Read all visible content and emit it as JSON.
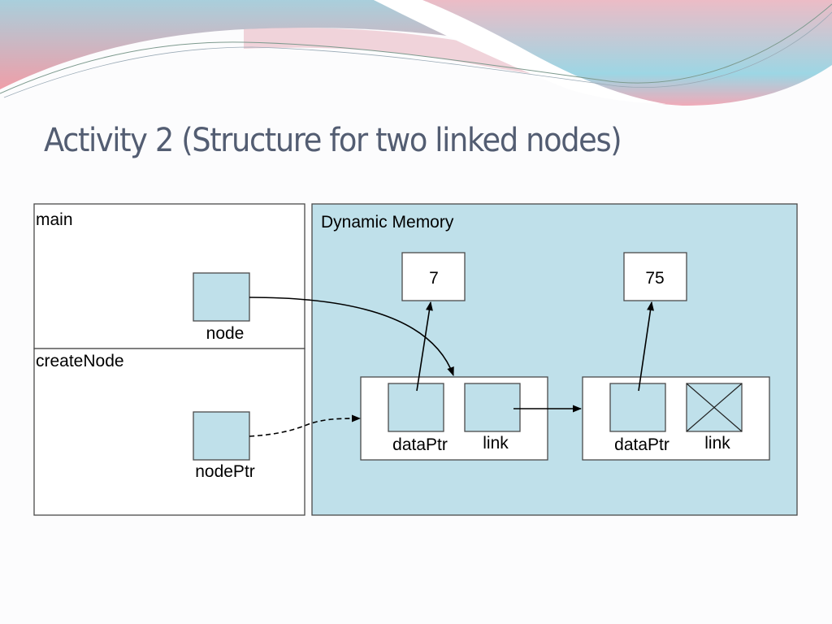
{
  "slide": {
    "title": "Activity 2 (Structure for two linked nodes)"
  },
  "colors": {
    "memory_fill": "#bfe0ea",
    "cell_fill": "#bfe0ea",
    "title_color": "#535d72",
    "border": "#4a4a4a"
  },
  "stack": {
    "frames": [
      {
        "name": "main",
        "variable": "node"
      },
      {
        "name": "createNode",
        "variable": "nodePtr"
      }
    ]
  },
  "heap": {
    "label": "Dynamic Memory",
    "data_values": [
      "7",
      "75"
    ],
    "nodes": [
      {
        "fields": [
          "dataPtr",
          "link"
        ],
        "link_null": false
      },
      {
        "fields": [
          "dataPtr",
          "link"
        ],
        "link_null": true
      }
    ]
  },
  "arrows": [
    {
      "from": "node",
      "to": "node 1",
      "style": "solid"
    },
    {
      "from": "nodePtr",
      "to": "node 1",
      "style": "dashed"
    },
    {
      "from": "node 1 dataPtr",
      "to": "7",
      "style": "solid"
    },
    {
      "from": "node 1 link",
      "to": "node 2",
      "style": "solid"
    },
    {
      "from": "node 2 dataPtr",
      "to": "75",
      "style": "solid"
    }
  ]
}
